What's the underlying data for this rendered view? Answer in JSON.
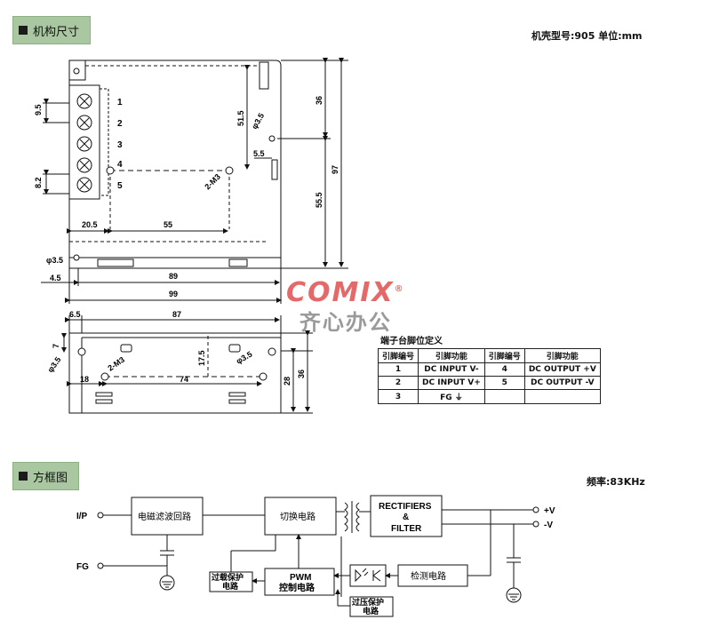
{
  "sections": {
    "dimensions_title": "机构尺寸",
    "block_title": "方框图"
  },
  "meta": {
    "model_unit": "机壳型号:905   单位:mm",
    "frequency": "频率:83KHz"
  },
  "logo": {
    "en": "COMIX",
    "cn": "齐心办公",
    "mark": "®"
  },
  "top_view": {
    "pins": [
      "1",
      "2",
      "3",
      "4",
      "5"
    ],
    "dims": {
      "d9_5": "9.5",
      "d8_2": "8.2",
      "d51_5": "51.5",
      "d3_5a": "φ3.5",
      "d5_5": "5.5",
      "d36": "36",
      "d97": "97",
      "d55_5": "55.5",
      "d2m3": "2-M3",
      "d20_5": "20.5",
      "d55": "55",
      "d3_5b": "φ3.5",
      "d4_5": "4.5",
      "d89": "89",
      "d99": "99"
    }
  },
  "side_view": {
    "dims": {
      "d6_5": "6.5",
      "d87": "87",
      "d7": "7",
      "d3_5a": "φ3.5",
      "d2m3": "2-M3",
      "d17_5": "17.5",
      "d3_5b": "φ3.5",
      "d18": "18",
      "d74": "74",
      "d28": "28",
      "d36": "36"
    }
  },
  "pin_table": {
    "title": "端子台脚位定义",
    "headers": [
      "引脚编号",
      "引脚功能",
      "引脚编号",
      "引脚功能"
    ],
    "rows": [
      [
        "1",
        "DC INPUT V-",
        "4",
        "DC OUTPUT +V"
      ],
      [
        "2",
        "DC INPUT V+",
        "5",
        "DC OUTPUT -V"
      ],
      [
        "3",
        "FG ⏚",
        "",
        ""
      ]
    ]
  },
  "block": {
    "ip": "I/P",
    "fg": "FG",
    "filter": "电磁滤波回路",
    "switch": "切换电路",
    "rect1": "RECTIFIERS",
    "rect2": "&",
    "rect3": "FILTER",
    "out_pos": "+V",
    "out_neg": "-V",
    "pwm1": "PWM",
    "pwm2": "控制电路",
    "detect": "检测电路",
    "ocp1": "过载保护",
    "ocp2": "电路",
    "ovp1": "过压保护",
    "ovp2": "电路"
  }
}
